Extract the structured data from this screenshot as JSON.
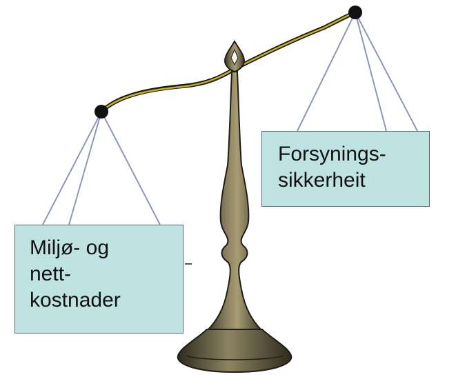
{
  "left_pan": {
    "lines": [
      "Miljø- og",
      "nett-",
      "kostnader"
    ]
  },
  "right_pan": {
    "lines": [
      "Forsynings-",
      "sikkerheit"
    ]
  },
  "colors": {
    "box_fill": "#bfe3e3",
    "box_border": "#5a6a6a",
    "beam_gold": "#c8b020",
    "stand_olive": "#7a7050",
    "pivot": "#111111",
    "string": "#8c97b5"
  }
}
